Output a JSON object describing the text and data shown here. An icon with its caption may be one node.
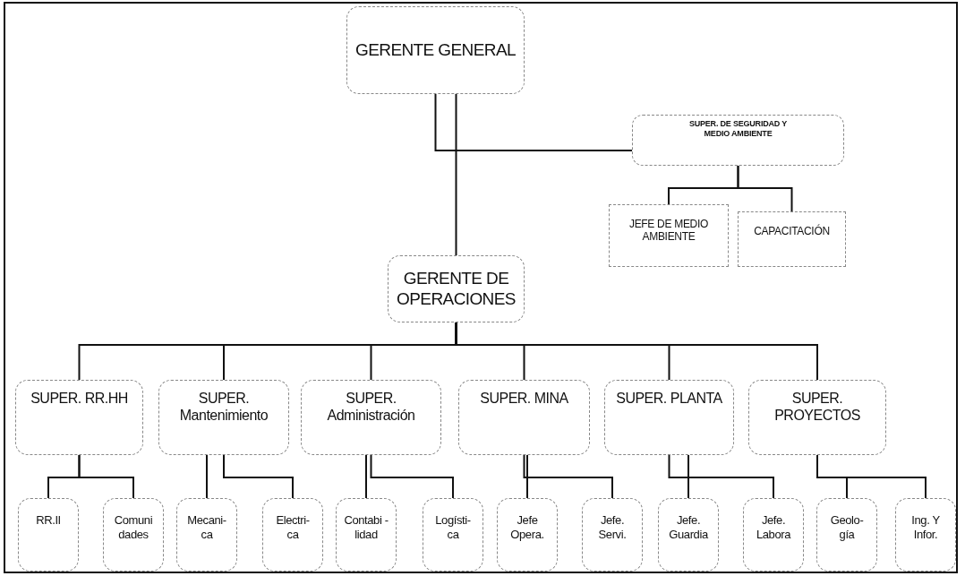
{
  "diagram": {
    "nodes": [
      {
        "text": [
          "GERENTE GENERAL"
        ]
      },
      {
        "text": [
          "SUPER. DE SEGURIDAD Y MEDIO AMBIENTE"
        ]
      },
      {
        "text": [
          "JEFE DE MEDIO AMBIENTE"
        ]
      },
      {
        "text": [
          "CAPACITACIÓN"
        ]
      },
      {
        "text": [
          "GERENTE DE OPERACIONES"
        ]
      },
      {
        "text": [
          "SUPER. RR.HH"
        ]
      },
      {
        "text": [
          "SUPER. Mantenimiento"
        ]
      },
      {
        "text": [
          "SUPER. Administración"
        ]
      },
      {
        "text": [
          "SUPER. MINA"
        ]
      },
      {
        "text": [
          "SUPER. PLANTA"
        ]
      },
      {
        "text": [
          "SUPER. PROYECTOS"
        ]
      },
      {
        "text": [
          "RR.II"
        ]
      },
      {
        "text": [
          "Comuni dades"
        ]
      },
      {
        "text": [
          "Mecani- ca"
        ]
      },
      {
        "text": [
          "Electri- ca"
        ]
      },
      {
        "text": [
          "Contabi -lidad"
        ]
      },
      {
        "text": [
          "Logísti- ca"
        ]
      },
      {
        "text": [
          "Jefe Opera."
        ]
      },
      {
        "text": [
          "Jefe. Servi."
        ]
      },
      {
        "text": [
          "Jefe. Guardia"
        ]
      },
      {
        "text": [
          "Jefe. Labora"
        ]
      },
      {
        "text": [
          "Geolo- gía"
        ]
      },
      {
        "text": [
          "Ing. Y Infor."
        ]
      }
    ],
    "edges": [
      {
        "from": 0,
        "to": 1,
        "arrow": "none"
      },
      {
        "from": 1,
        "to": 2,
        "arrow": "none"
      },
      {
        "from": 1,
        "to": 3,
        "arrow": "none"
      },
      {
        "from": 0,
        "to": 4,
        "arrow": "none"
      },
      {
        "from": 4,
        "to": 5,
        "arrow": "none"
      },
      {
        "from": 4,
        "to": 6,
        "arrow": "none"
      },
      {
        "from": 4,
        "to": 7,
        "arrow": "none"
      },
      {
        "from": 4,
        "to": 8,
        "arrow": "none"
      },
      {
        "from": 4,
        "to": 9,
        "arrow": "none"
      },
      {
        "from": 4,
        "to": 10,
        "arrow": "none"
      },
      {
        "from": 5,
        "to": 11,
        "arrow": "none"
      },
      {
        "from": 5,
        "to": 12,
        "arrow": "none"
      },
      {
        "from": 6,
        "to": 13,
        "arrow": "none"
      },
      {
        "from": 6,
        "to": 14,
        "arrow": "none"
      },
      {
        "from": 7,
        "to": 15,
        "arrow": "none"
      },
      {
        "from": 7,
        "to": 16,
        "arrow": "none"
      },
      {
        "from": 8,
        "to": 17,
        "arrow": "none"
      },
      {
        "from": 8,
        "to": 18,
        "arrow": "none"
      },
      {
        "from": 9,
        "to": 19,
        "arrow": "none"
      },
      {
        "from": 9,
        "to": 20,
        "arrow": "none"
      },
      {
        "from": 10,
        "to": 21,
        "arrow": "none"
      },
      {
        "from": 10,
        "to": 22,
        "arrow": "none"
      }
    ]
  }
}
